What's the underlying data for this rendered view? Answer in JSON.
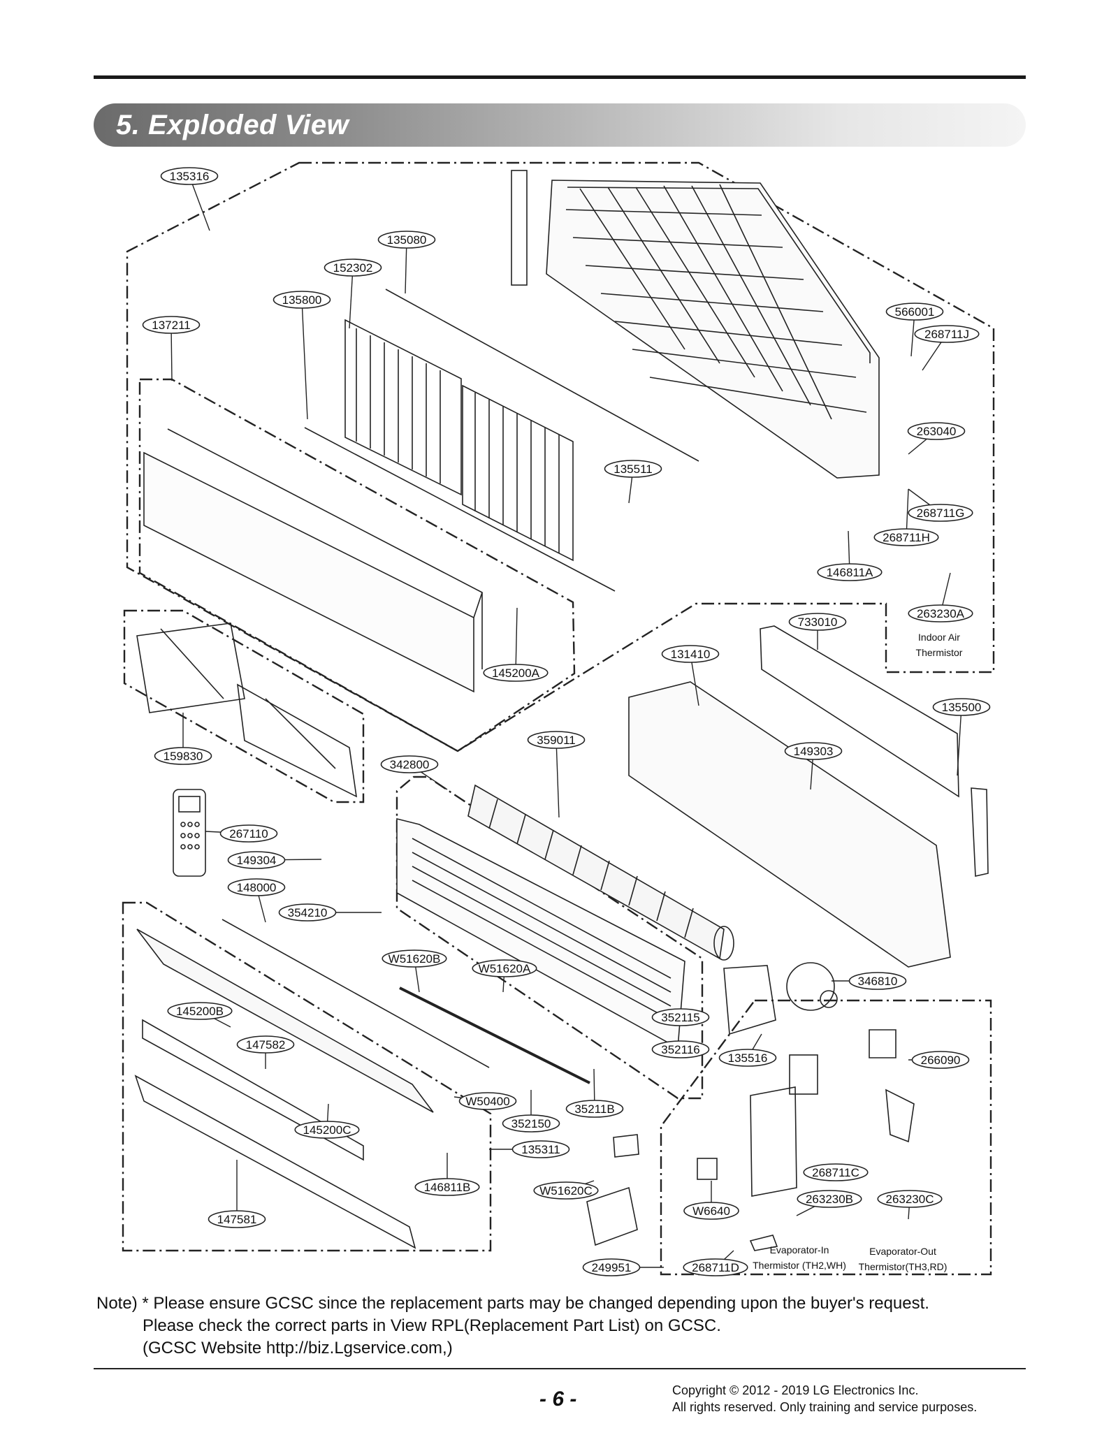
{
  "section": {
    "title": "5. Exploded View"
  },
  "callouts": [
    {
      "id": "c1",
      "label": "135316"
    },
    {
      "id": "c2",
      "label": "135080"
    },
    {
      "id": "c3",
      "label": "152302"
    },
    {
      "id": "c4",
      "label": "135800"
    },
    {
      "id": "c5",
      "label": "137211"
    },
    {
      "id": "c6",
      "label": "566001"
    },
    {
      "id": "c7",
      "label": "268711J"
    },
    {
      "id": "c8",
      "label": "263040"
    },
    {
      "id": "c9",
      "label": "135511"
    },
    {
      "id": "c10",
      "label": "268711G"
    },
    {
      "id": "c11",
      "label": "268711H"
    },
    {
      "id": "c12",
      "label": "146811A"
    },
    {
      "id": "c13",
      "label": "263230A"
    },
    {
      "id": "c14",
      "label": "733010"
    },
    {
      "id": "c15",
      "label": "131410"
    },
    {
      "id": "c16",
      "label": "145200A"
    },
    {
      "id": "c17",
      "label": "135500"
    },
    {
      "id": "c18",
      "label": "359011"
    },
    {
      "id": "c19",
      "label": "342800"
    },
    {
      "id": "c20",
      "label": "149303"
    },
    {
      "id": "c21",
      "label": "159830"
    },
    {
      "id": "c22",
      "label": "267110"
    },
    {
      "id": "c23",
      "label": "149304"
    },
    {
      "id": "c24",
      "label": "148000"
    },
    {
      "id": "c25",
      "label": "354210"
    },
    {
      "id": "c26",
      "label": "W51620B"
    },
    {
      "id": "c27",
      "label": "W51620A"
    },
    {
      "id": "c28",
      "label": "346810"
    },
    {
      "id": "c29",
      "label": "145200B"
    },
    {
      "id": "c30",
      "label": "352115"
    },
    {
      "id": "c31",
      "label": "147582"
    },
    {
      "id": "c32",
      "label": "352116"
    },
    {
      "id": "c33",
      "label": "135516"
    },
    {
      "id": "c34",
      "label": "266090"
    },
    {
      "id": "c35",
      "label": "W50400"
    },
    {
      "id": "c36",
      "label": "35211B"
    },
    {
      "id": "c37",
      "label": "145200C"
    },
    {
      "id": "c38",
      "label": "352150"
    },
    {
      "id": "c39",
      "label": "135311"
    },
    {
      "id": "c40",
      "label": "268711C"
    },
    {
      "id": "c41",
      "label": "146811B"
    },
    {
      "id": "c42",
      "label": "W51620C"
    },
    {
      "id": "c43",
      "label": "263230B"
    },
    {
      "id": "c44",
      "label": "263230C"
    },
    {
      "id": "c45",
      "label": "W6640"
    },
    {
      "id": "c46",
      "label": "147581"
    },
    {
      "id": "c47",
      "label": "249951"
    },
    {
      "id": "c48",
      "label": "268711D"
    }
  ],
  "sublabels": {
    "indoor_air_1": "Indoor Air",
    "indoor_air_2": "Thermistor",
    "evap_in_1": "Evaporator-In",
    "evap_in_2": "Thermistor (TH2,WH)",
    "evap_out_1": "Evaporator-Out",
    "evap_out_2": "Thermistor(TH3,RD)"
  },
  "note": {
    "line1": "Note) * Please ensure GCSC since the replacement parts may be changed depending upon the buyer's request.",
    "line2": "Please check  the correct parts in View RPL(Replacement Part List) on GCSC.",
    "line3": "(GCSC Website  http://biz.Lgservice.com,)"
  },
  "footer": {
    "page": "- 6 -",
    "copyright1": "Copyright © 2012 - 2019 LG Electronics Inc.",
    "copyright2": "All rights reserved. Only training and service purposes."
  }
}
